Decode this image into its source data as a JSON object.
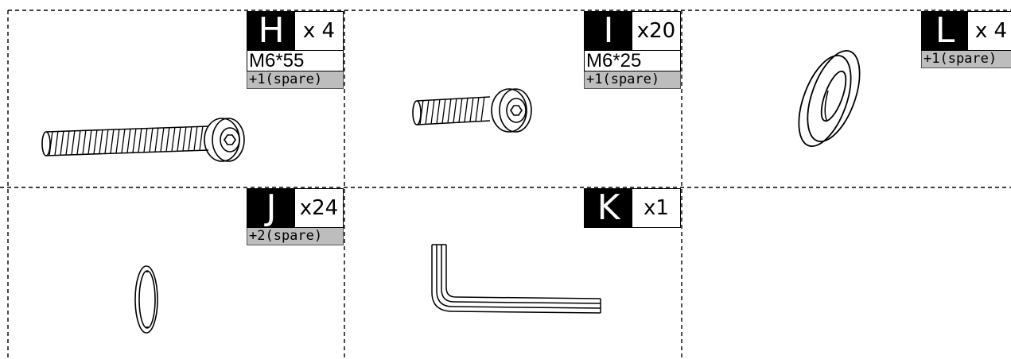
{
  "parts": [
    {
      "letter": "H",
      "qty": "x 4",
      "size": "M6*55",
      "spare": "+1(spare)",
      "item": "bolt"
    },
    {
      "letter": "I",
      "qty": "x20",
      "size": "M6*25",
      "spare": "+1(spare)",
      "item": "bolt"
    },
    {
      "letter": "L",
      "qty": "x 4",
      "spare": "+1(spare)",
      "item": "flat-washer"
    },
    {
      "letter": "J",
      "qty": "x24",
      "spare": "+2(spare)",
      "item": "lock-washer"
    },
    {
      "letter": "K",
      "qty": "x1",
      "item": "allen-key"
    }
  ]
}
